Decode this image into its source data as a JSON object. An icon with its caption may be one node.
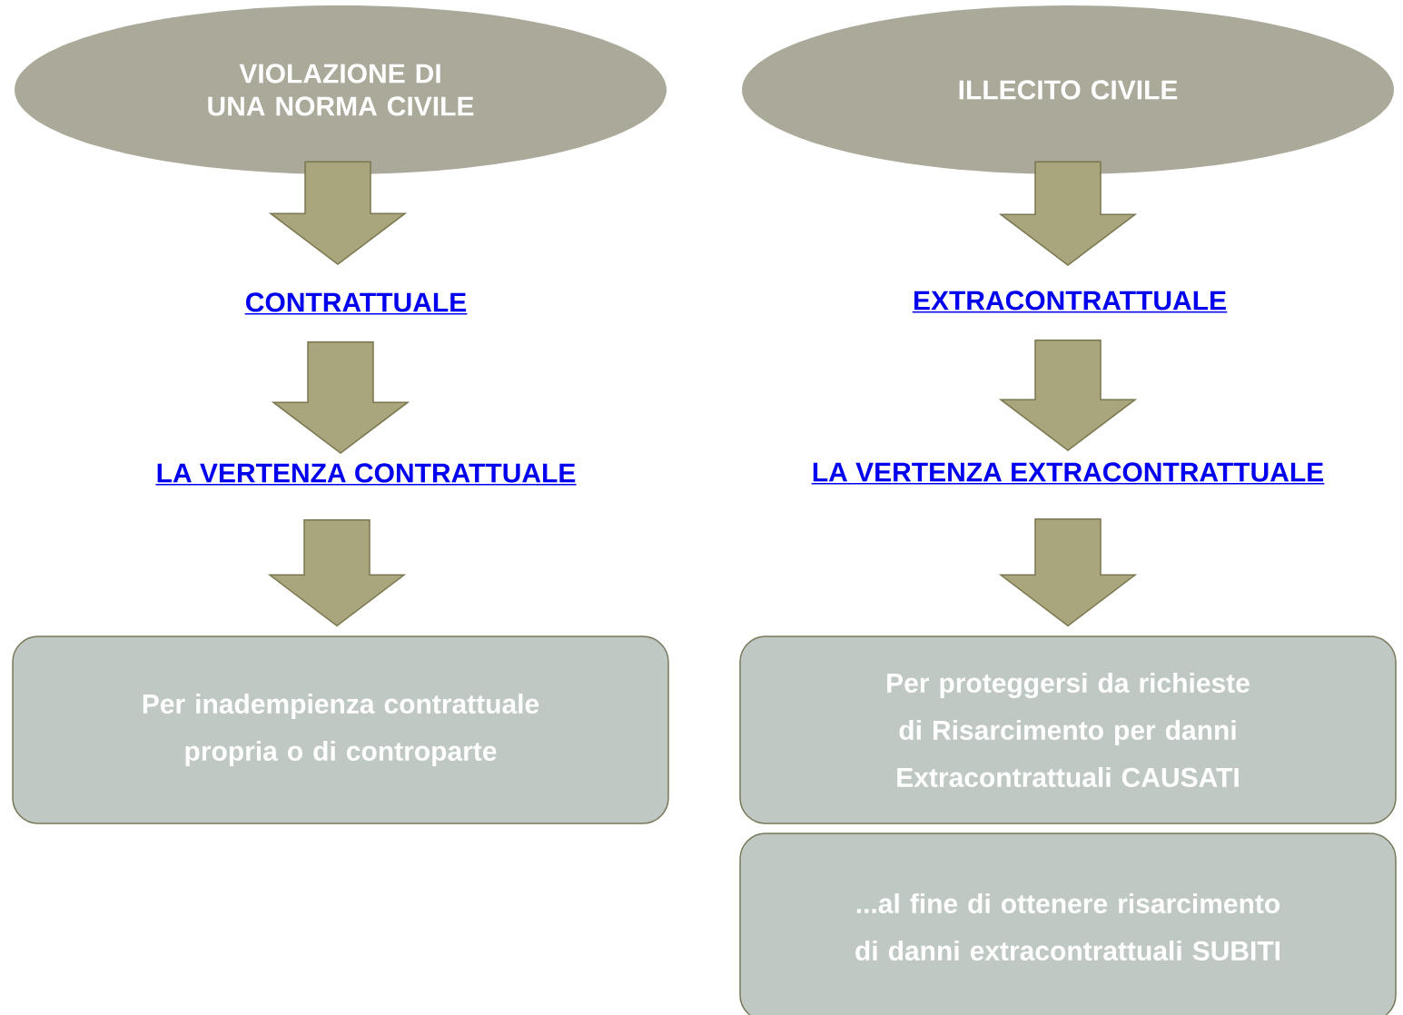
{
  "diagram": {
    "nodes": [
      {
        "text": [
          "VIOLAZIONE DI UNA NORMA CIVILE"
        ]
      },
      {
        "text": [
          "ILLECITO CIVILE"
        ]
      },
      {
        "text": [
          "CONTRATTUALE"
        ]
      },
      {
        "text": [
          "EXTRACONTRATTUALE"
        ]
      },
      {
        "text": [
          "LA VERTENZA CONTRATTUALE"
        ]
      },
      {
        "text": [
          "LA VERTENZA EXTRACONTRATTUALE"
        ]
      },
      {
        "text": [
          "Per inadempienza contrattuale propria o di controparte"
        ]
      },
      {
        "text": [
          "Per proteggersi da richieste di Risarcimento per danni Extracontrattuali CAUSATI"
        ]
      },
      {
        "text": [
          "...al fine di ottenere risarcimento di danni extracontrattuali SUBITI"
        ]
      }
    ],
    "edges": [
      {
        "from": 0,
        "to": 2,
        "arrow": "to"
      },
      {
        "from": 2,
        "to": 4,
        "arrow": "to"
      },
      {
        "from": 4,
        "to": 6,
        "arrow": "to"
      },
      {
        "from": 1,
        "to": 3,
        "arrow": "to"
      },
      {
        "from": 3,
        "to": 5,
        "arrow": "to"
      },
      {
        "from": 5,
        "to": 7,
        "arrow": "to"
      }
    ]
  }
}
